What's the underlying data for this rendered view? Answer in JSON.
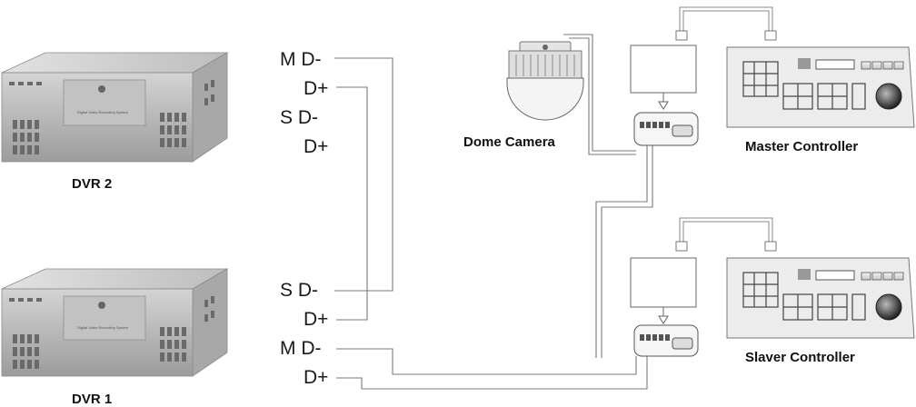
{
  "labels": {
    "dvr2": "DVR 2",
    "dvr1": "DVR 1",
    "dome_camera": "Dome Camera",
    "master_controller": "Master Controller",
    "slaver_controller": "Slaver Controller"
  },
  "pins": {
    "m_d_minus_top": "M D-",
    "d_plus_top": "D+",
    "s_d_minus_top": "S D-",
    "d_plus_2": "D+",
    "s_d_minus_bottom": "S D-",
    "d_plus_3": "D+",
    "m_d_minus_bottom": "M D-",
    "d_plus_4": "D+"
  }
}
